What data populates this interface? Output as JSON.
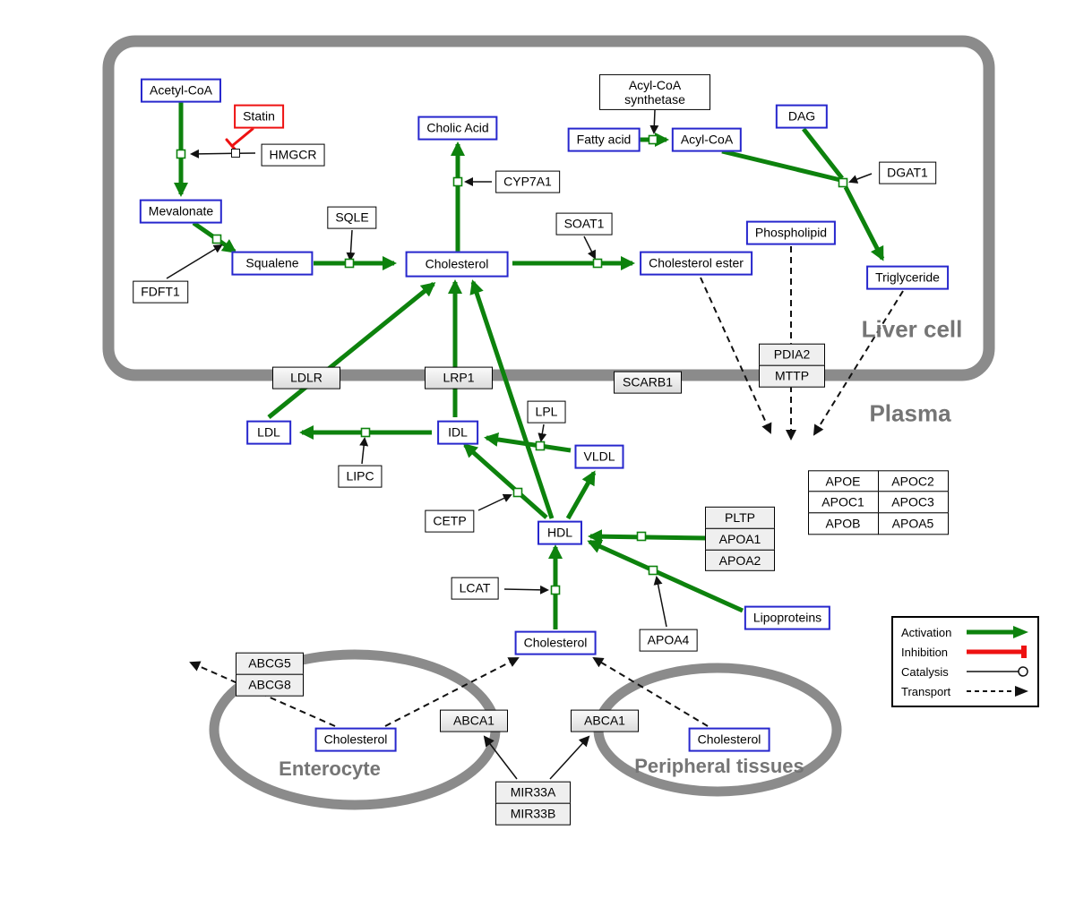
{
  "regions": {
    "liver_cell": "Liver cell",
    "plasma": "Plasma",
    "enterocyte": "Enterocyte",
    "peripheral_tissues": "Peripheral tissues"
  },
  "nodes": {
    "acetyl_coa": "Acetyl-CoA",
    "statin": "Statin",
    "hmgcr": "HMGCR",
    "mevalonate": "Mevalonate",
    "fdft1": "FDFT1",
    "squalene": "Squalene",
    "sqle": "SQLE",
    "cholesterol_liver": "Cholesterol",
    "cyp7a1": "CYP7A1",
    "cholic_acid": "Cholic Acid",
    "soat1": "SOAT1",
    "cholesterol_ester": "Cholesterol ester",
    "acyl_coa_synthetase": "Acyl-CoA synthetase",
    "fatty_acid": "Fatty acid",
    "acyl_coa": "Acyl-CoA",
    "dag": "DAG",
    "dgat1": "DGAT1",
    "phospholipid": "Phospholipid",
    "triglyceride": "Triglyceride",
    "pdia2": "PDIA2",
    "mttp": "MTTP",
    "ldlr": "LDLR",
    "lrp1": "LRP1",
    "scarb1": "SCARB1",
    "lpl": "LPL",
    "ldl": "LDL",
    "idl": "IDL",
    "vldl": "VLDL",
    "lipc": "LIPC",
    "cetp": "CETP",
    "hdl": "HDL",
    "pltp": "PLTP",
    "apoa1": "APOA1",
    "apoa2": "APOA2",
    "apoe": "APOE",
    "apoc2": "APOC2",
    "apoc1": "APOC1",
    "apoc3": "APOC3",
    "apob": "APOB",
    "apoa5": "APOA5",
    "lcat": "LCAT",
    "cholesterol_plasma": "Cholesterol",
    "apoa4": "APOA4",
    "lipoproteins": "Lipoproteins",
    "abcg5": "ABCG5",
    "abcg8": "ABCG8",
    "cholesterol_enterocyte": "Cholesterol",
    "abca1_enterocyte": "ABCA1",
    "abca1_peripheral": "ABCA1",
    "cholesterol_peripheral": "Cholesterol",
    "mir33a": "MIR33A",
    "mir33b": "MIR33B"
  },
  "legend": {
    "activation": "Activation",
    "inhibition": "Inhibition",
    "catalysis": "Catalysis",
    "transport": "Transport"
  },
  "colors": {
    "activation_green": "#0d820d",
    "inhibition_red": "#ee1111",
    "metabolite_border_blue": "#2727cd",
    "membrane_gray": "#8b8b8b"
  }
}
